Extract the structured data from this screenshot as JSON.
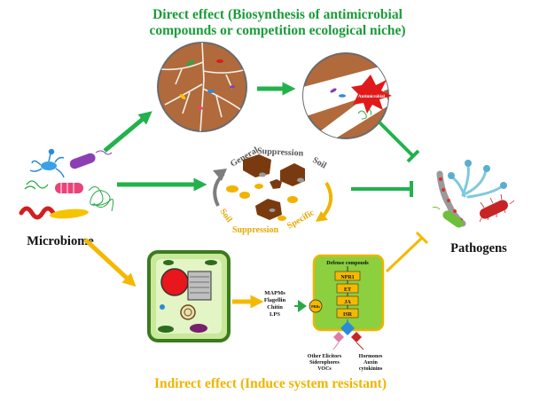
{
  "direct": {
    "title_line1": "Direct effect (Biosynthesis of antimicrobial",
    "title_line2": "compounds or competition ecological niche)",
    "cell_label": "Antimicrobial"
  },
  "indirect": {
    "title": "Indirect effect (Induce system resistant)",
    "mamps": [
      "MAPMs",
      "Flagellin",
      "Chitin",
      "LPS"
    ],
    "receptor": "PRRs",
    "defense_title": "Defense compouds",
    "pathway": [
      "NPR1",
      "ET",
      "JA",
      "ISR"
    ],
    "elicitors": [
      "Other Elicitors",
      "Siderophores",
      "VOCs"
    ],
    "hormones": [
      "Hormones",
      "Auxin",
      "cytokinins"
    ]
  },
  "soil": {
    "general": "General",
    "suppression_top": "Suppression",
    "soil_top": "Soil",
    "soil_bottom": "Soil",
    "suppression_bottom": "Suppression",
    "specific": "Specific"
  },
  "labels": {
    "microbiome": "Microbiome",
    "pathogens": "Pathogens"
  },
  "colors": {
    "green": "#1a9c3a",
    "arrow_green": "#22b24c",
    "yellow": "#f5b800",
    "soil_brown": "#b06a3c",
    "cell_green": "#8ccf3f"
  }
}
